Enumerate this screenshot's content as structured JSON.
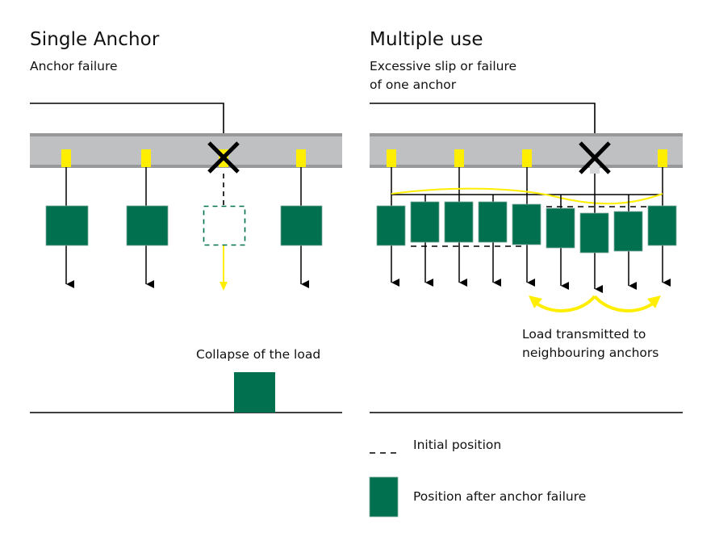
{
  "colors": {
    "beam": "#bfc0c2",
    "beam_edge": "#98999b",
    "anchor": "#ffee00",
    "anchor_failed": "#d6d7d8",
    "load": "#00704f",
    "line": "#000000",
    "highlight": "#ffee00"
  },
  "left_panel": {
    "title": "Single Anchor",
    "subtitle": "Anchor failure",
    "anchors": 4,
    "failed_anchor_index": 2,
    "collapse_label": "Collapse of the load"
  },
  "right_panel": {
    "title": "Multiple use",
    "subtitle_lines": [
      "Excessive slip or failure",
      "of one anchor"
    ],
    "anchors": 5,
    "loads": 9,
    "failed_anchor_index": 3,
    "transmit_label_lines": [
      "Load transmitted to",
      "neighbouring anchors"
    ]
  },
  "legend": {
    "items": [
      {
        "symbol": "dashed-line",
        "label": "Initial position"
      },
      {
        "symbol": "green-box",
        "label": "Position after anchor failure"
      }
    ]
  },
  "icons": {
    "failure_marker": "x-cross-icon"
  }
}
